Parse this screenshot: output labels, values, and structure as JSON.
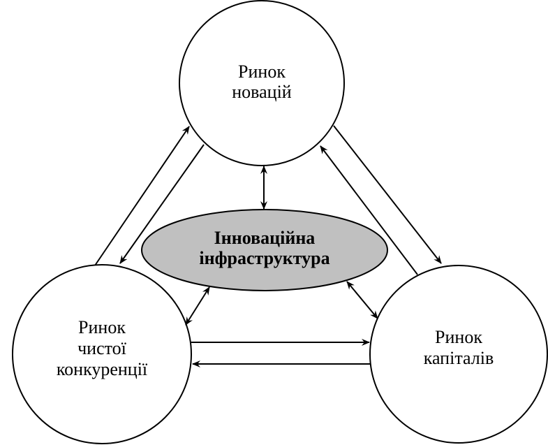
{
  "nodes": {
    "top": {
      "line1": "Ринок",
      "line2": "новацій"
    },
    "left": {
      "line1": "Ринок",
      "line2": "чистої",
      "line3": "конкуренції"
    },
    "right": {
      "line1": "Ринок",
      "line2": "капіталів"
    },
    "center": {
      "line1": "Інноваційна",
      "line2": "інфраструктура"
    }
  },
  "colors": {
    "center_fill": "#c0c0c0",
    "stroke": "#000000",
    "node_fill": "#ffffff"
  }
}
